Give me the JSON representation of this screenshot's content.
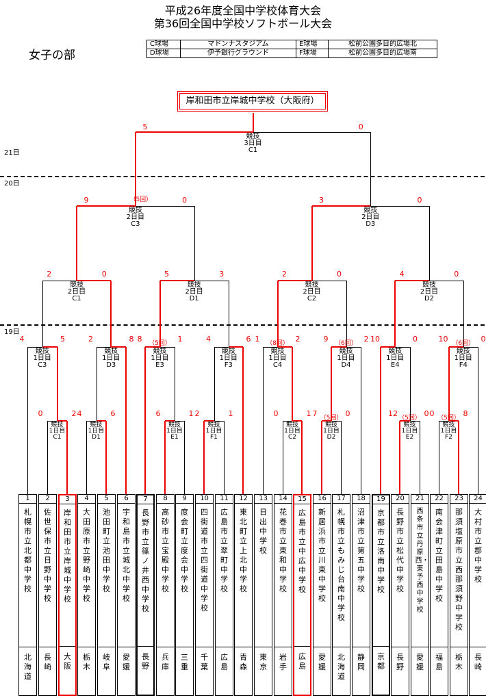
{
  "title_line1": "平成26年度全国中学校体育大会",
  "title_line2": "第36回全国中学校ソフトボール大会",
  "division": "女子の部",
  "venues": [
    {
      "code": "C球場",
      "name": "マドンナスタジアム",
      "code2": "E球場",
      "name2": "松前公園多目的広場北"
    },
    {
      "code": "D球場",
      "name": "伊予銀行グラウンド",
      "code2": "F球場",
      "name2": "松前公園多目的広場南"
    }
  ],
  "days": {
    "d21": "21日",
    "d20": "20日",
    "d19": "19日"
  },
  "champion": "岸和田市立岸城中学校（大阪府）",
  "matches": {
    "final": {
      "a": "競技",
      "b": "3日目",
      "c": "C1"
    },
    "sf_left": {
      "a": "競技",
      "b": "2日目",
      "c": "C3"
    },
    "sf_right": {
      "a": "競技",
      "b": "2日目",
      "c": "D3"
    },
    "qf1": {
      "a": "競技",
      "b": "2日目",
      "c": "C1"
    },
    "qf2": {
      "a": "競技",
      "b": "2日目",
      "c": "D1"
    },
    "qf3": {
      "a": "競技",
      "b": "2日目",
      "c": "C2"
    },
    "qf4": {
      "a": "競技",
      "b": "2日目",
      "c": "D2"
    },
    "r2_1": {
      "a": "競技",
      "b": "1日目",
      "c": "C3"
    },
    "r2_2": {
      "a": "競技",
      "b": "1日目",
      "c": "D3"
    },
    "r2_3": {
      "a": "競技",
      "b": "1日目",
      "c": "E3"
    },
    "r2_4": {
      "a": "競技",
      "b": "1日目",
      "c": "F3"
    },
    "r2_5": {
      "a": "競技",
      "b": "1日目",
      "c": "C4"
    },
    "r2_6": {
      "a": "競技",
      "b": "1日目",
      "c": "D4"
    },
    "r2_7": {
      "a": "競技",
      "b": "1日目",
      "c": "E4"
    },
    "r2_8": {
      "a": "競技",
      "b": "1日目",
      "c": "F4"
    },
    "r1_1": {
      "a": "競技",
      "b": "1日目",
      "c": "C1"
    },
    "r1_2": {
      "a": "競技",
      "b": "1日目",
      "c": "D1"
    },
    "r1_3": {
      "a": "競技",
      "b": "1日目",
      "c": "E1"
    },
    "r1_4": {
      "a": "競技",
      "b": "1日目",
      "c": "F1"
    },
    "r1_5": {
      "a": "競技",
      "b": "1日目",
      "c": "C2"
    },
    "r1_6": {
      "a": "競技",
      "b": "1日目",
      "c": "D2"
    },
    "r1_7": {
      "a": "競技",
      "b": "1日目",
      "c": "E2"
    },
    "r1_8": {
      "a": "競技",
      "b": "1日目",
      "c": "F2"
    }
  },
  "scores": {
    "final_l": "5",
    "final_r": "0",
    "sfl_l": "9",
    "sfl_inn": "（5回）",
    "sfl_r": "0",
    "sfr_l": "3",
    "sfr_r": "0",
    "qf1_l": "2",
    "qf1_r": "0",
    "qf2_l": "5",
    "qf2_r": "3",
    "qf3_l": "2",
    "qf3_r": "0",
    "qf4_l": "4",
    "qf4_r": "0",
    "r2_1_l": "4",
    "r2_1_r": "5",
    "r2_2_l": "2",
    "r2_2_r": "8",
    "r2_3_l": "8",
    "r2_3_r": "1",
    "r2_3_inn": "（5回）",
    "r2_4_l": "4",
    "r2_4_r": "6",
    "r2_5_l": "1",
    "r2_5_r": "2",
    "r2_5_inn": "（8回）",
    "r2_6_l": "9",
    "r2_6_r": "2",
    "r2_6_inn": "（6回）",
    "r2_7_l": "10",
    "r2_7_r": "0",
    "r2_8_l": "10",
    "r2_8_r": "0",
    "r2_8_inn": "（6回）",
    "r1_1_l": "0",
    "r1_1_r": "2",
    "r1_2_l": "4",
    "r1_2_r": "6",
    "r1_3_l": "6",
    "r1_3_r": "1",
    "r1_4_l": "2",
    "r1_4_r": "1",
    "r1_5_l": "0",
    "r1_5_r": "1",
    "r1_6_l": "7",
    "r1_6_r": "0",
    "r1_6_inn": "（5回）",
    "r1_7_l": "12",
    "r1_7_r": "0",
    "r1_7_inn": "（5回）",
    "r1_8_l": "0",
    "r1_8_r": "8",
    "r1_8_inn": "（5回）"
  },
  "teams": [
    {
      "num": "1",
      "name": "札幌市立北都中学校",
      "pref": "北海道"
    },
    {
      "num": "2",
      "name": "佐世保市立日野中学校",
      "pref": "長崎"
    },
    {
      "num": "3",
      "name": "岸和田市立岸城中学校",
      "pref": "大阪"
    },
    {
      "num": "4",
      "name": "大田原市立野崎中学校",
      "pref": "栃木"
    },
    {
      "num": "5",
      "name": "池田町立池田中学校",
      "pref": "岐阜"
    },
    {
      "num": "6",
      "name": "宇和島市立城北中学校",
      "pref": "愛媛"
    },
    {
      "num": "7",
      "name": "長野市立篠ノ井西中学校",
      "pref": "長野"
    },
    {
      "num": "8",
      "name": "高砂市立宝殿中学校",
      "pref": "兵庫"
    },
    {
      "num": "9",
      "name": "度会町立度会中学校",
      "pref": "三重"
    },
    {
      "num": "10",
      "name": "四街道市立四街道中学校",
      "pref": "千葉"
    },
    {
      "num": "11",
      "name": "広島市立翠町中学校",
      "pref": "広島"
    },
    {
      "num": "12",
      "name": "東北町立上北中学校",
      "pref": "青森"
    },
    {
      "num": "13",
      "name": "日出中学校",
      "pref": "東京"
    },
    {
      "num": "14",
      "name": "花巻市立東和中学校",
      "pref": "岩手"
    },
    {
      "num": "15",
      "name": "広島市立中広中学校",
      "pref": "広島"
    },
    {
      "num": "16",
      "name": "新居浜市立川東中学校",
      "pref": "愛媛"
    },
    {
      "num": "17",
      "name": "札幌市立もみじ台南中学校",
      "pref": "北海道"
    },
    {
      "num": "18",
      "name": "沼津市立第五中学校",
      "pref": "静岡"
    },
    {
      "num": "19",
      "name": "京都市立洛南中学校",
      "pref": "京都"
    },
    {
      "num": "20",
      "name": "長野市立松代中学校",
      "pref": "長野"
    },
    {
      "num": "21",
      "name": "西条市立丹原西・東予西中学校",
      "pref": "愛媛"
    },
    {
      "num": "22",
      "name": "南会津町立田島中学校",
      "pref": "福島"
    },
    {
      "num": "23",
      "name": "那須塩原市立西那須野中学校",
      "pref": "栃木"
    },
    {
      "num": "24",
      "name": "大村市立郡中学校",
      "pref": "長崎"
    }
  ]
}
